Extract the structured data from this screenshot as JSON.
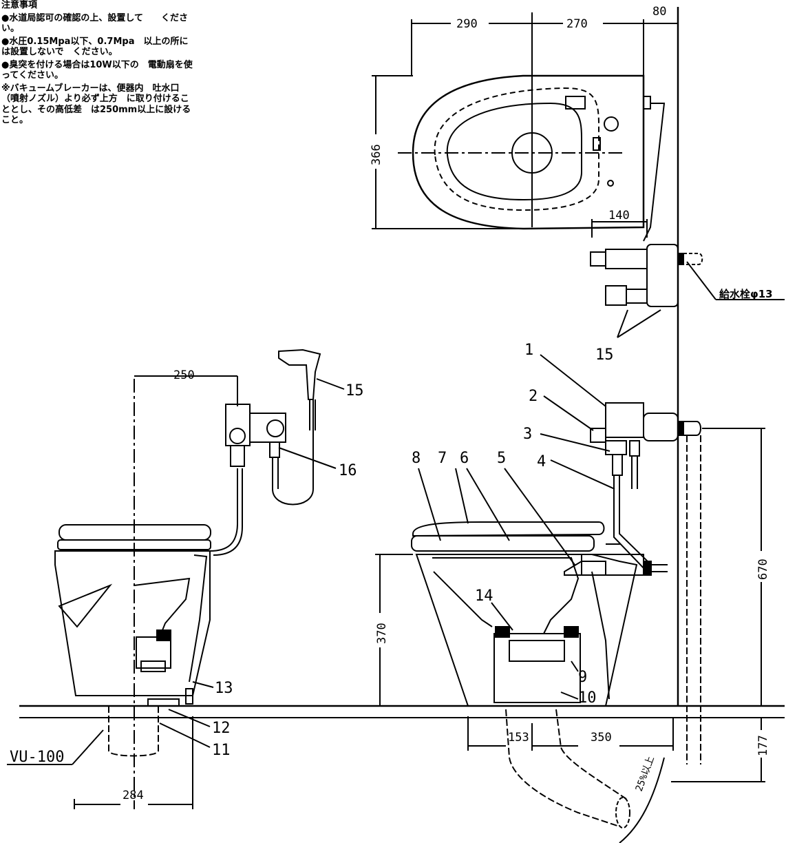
{
  "notes": {
    "title": "注意事項",
    "items": [
      "●水道局認可の確認の上、設置して　　ください。",
      "●水圧0.15Mpa以下、0.7Mpa　以上の所には設置しないで　ください。",
      "●臭突を付ける場合は10W以下の　電動扇を使ってください。",
      "※バキュームブレーカーは、便器内　吐水口（噴射ノズル）より必ず上方　に取り付けることとし、その高低差　は250mm以上に設けること。"
    ]
  },
  "dimensions": {
    "top_290": "290",
    "top_270": "270",
    "top_80": "80",
    "depth_366": "366",
    "offset_140": "140",
    "width_250": "250",
    "height_370": "370",
    "height_670": "670",
    "depth_177": "177",
    "width_153": "153",
    "width_350": "350",
    "width_284": "284",
    "slope": "25%以上"
  },
  "labels": {
    "supply_tap": "給水栓φ13",
    "pipe": "VU-100",
    "p1": "1",
    "p2": "2",
    "p3": "3",
    "p4": "4",
    "p5": "5",
    "p6": "6",
    "p7": "7",
    "p8": "8",
    "p9": "9",
    "p10": "10",
    "p11": "11",
    "p12": "12",
    "p13": "13",
    "p14": "14",
    "p15a": "15",
    "p15b": "15",
    "p16": "16"
  }
}
